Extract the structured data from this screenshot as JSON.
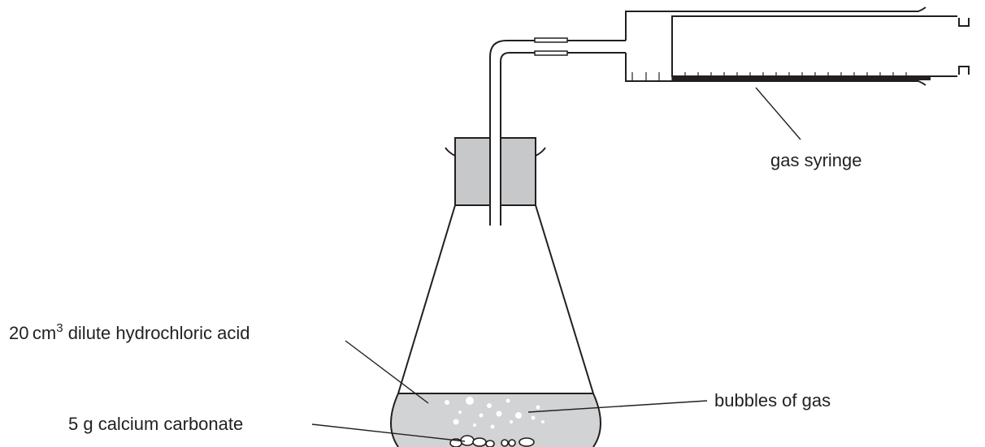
{
  "labels": {
    "gas_syringe": "gas syringe",
    "acid_amount": "20",
    "acid_unit": "cm",
    "acid_unit_power": "3",
    "acid_name": "dilute hydrochloric acid",
    "bubbles": "bubbles of gas",
    "carbonate": "5 g calcium carbonate"
  },
  "colors": {
    "ink": "#231f20",
    "liquid": "#d1d3d4",
    "stopper": "#c6c8ca",
    "bubble": "#ffffff"
  }
}
